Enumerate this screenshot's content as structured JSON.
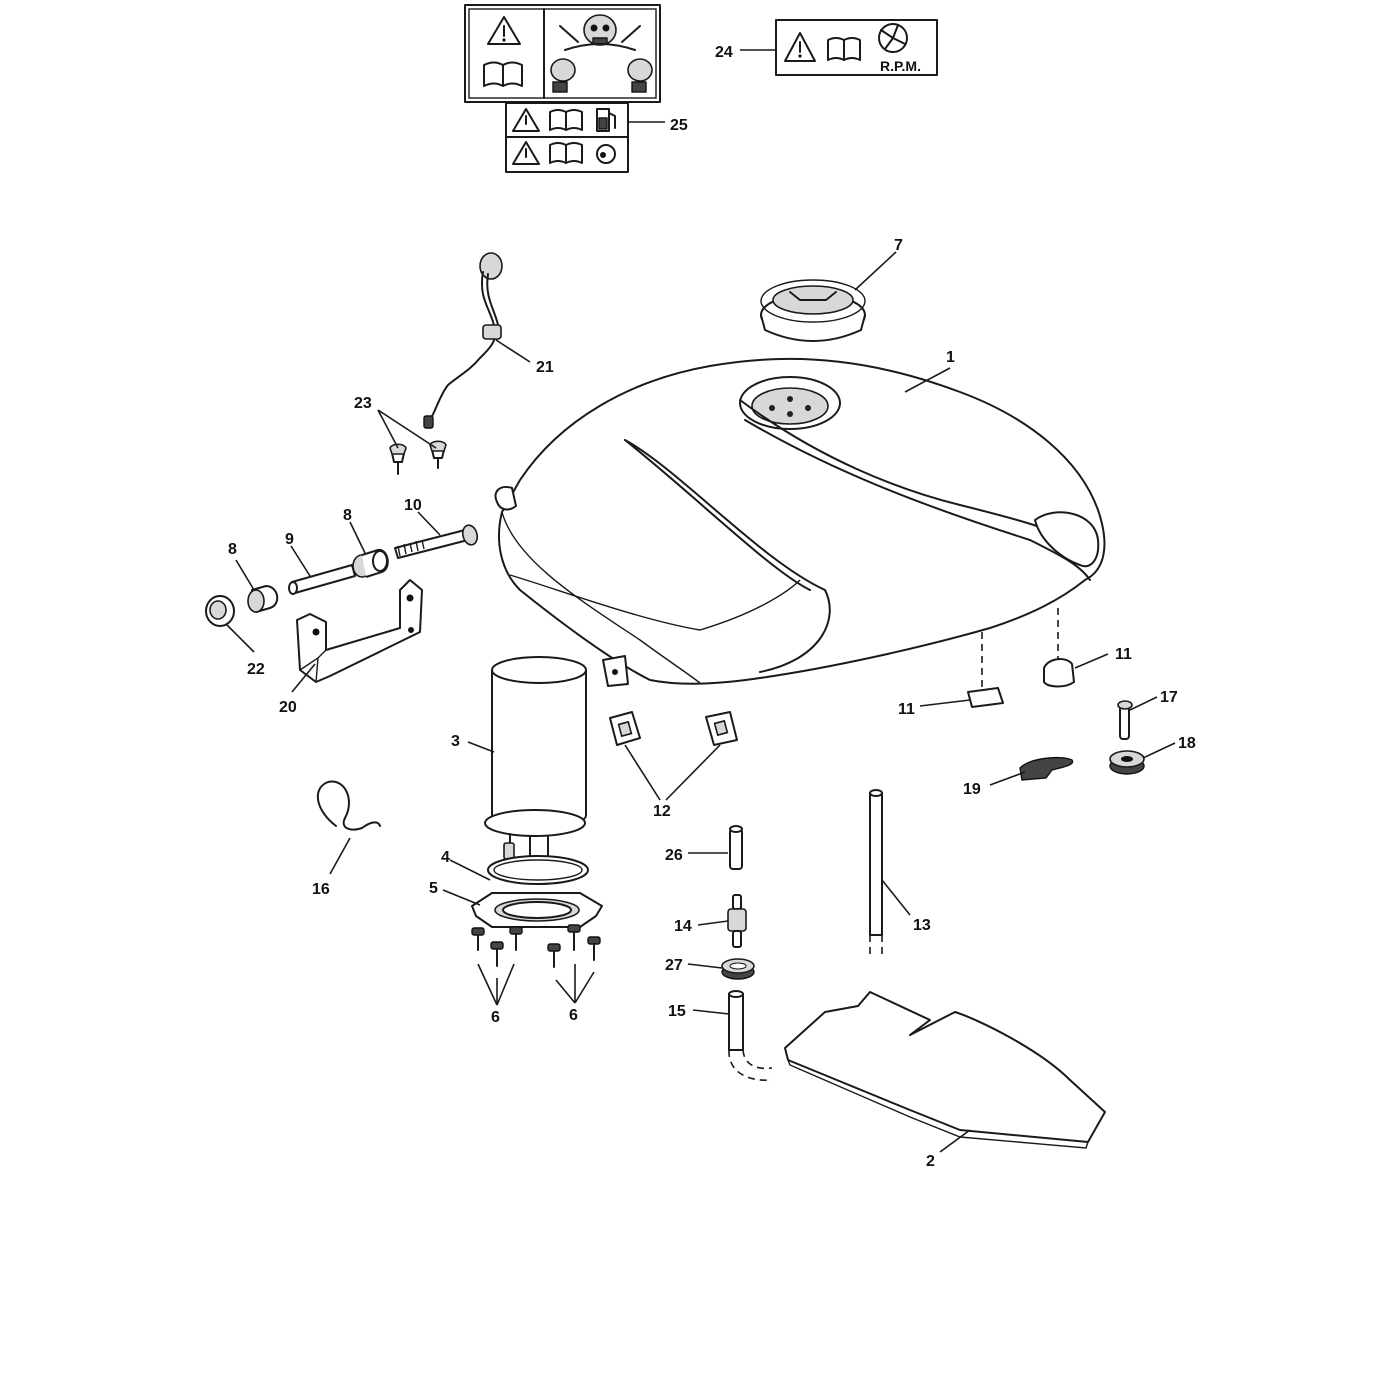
{
  "labels": {
    "rpm": "R.P.M."
  },
  "callouts": [
    {
      "id": "c1",
      "text": "1"
    },
    {
      "id": "c2",
      "text": "2"
    },
    {
      "id": "c3",
      "text": "3"
    },
    {
      "id": "c4",
      "text": "4"
    },
    {
      "id": "c5",
      "text": "5"
    },
    {
      "id": "c6a",
      "text": "6"
    },
    {
      "id": "c6b",
      "text": "6"
    },
    {
      "id": "c7",
      "text": "7"
    },
    {
      "id": "c8a",
      "text": "8"
    },
    {
      "id": "c8b",
      "text": "8"
    },
    {
      "id": "c9",
      "text": "9"
    },
    {
      "id": "c10",
      "text": "10"
    },
    {
      "id": "c11a",
      "text": "11"
    },
    {
      "id": "c11b",
      "text": "11"
    },
    {
      "id": "c12",
      "text": "12"
    },
    {
      "id": "c13",
      "text": "13"
    },
    {
      "id": "c14",
      "text": "14"
    },
    {
      "id": "c15",
      "text": "15"
    },
    {
      "id": "c16",
      "text": "16"
    },
    {
      "id": "c17",
      "text": "17"
    },
    {
      "id": "c18",
      "text": "18"
    },
    {
      "id": "c19",
      "text": "19"
    },
    {
      "id": "c20",
      "text": "20"
    },
    {
      "id": "c21",
      "text": "21"
    },
    {
      "id": "c22",
      "text": "22"
    },
    {
      "id": "c23",
      "text": "23"
    },
    {
      "id": "c24",
      "text": "24"
    },
    {
      "id": "c25",
      "text": "25"
    },
    {
      "id": "c26",
      "text": "26"
    },
    {
      "id": "c27",
      "text": "27"
    }
  ]
}
